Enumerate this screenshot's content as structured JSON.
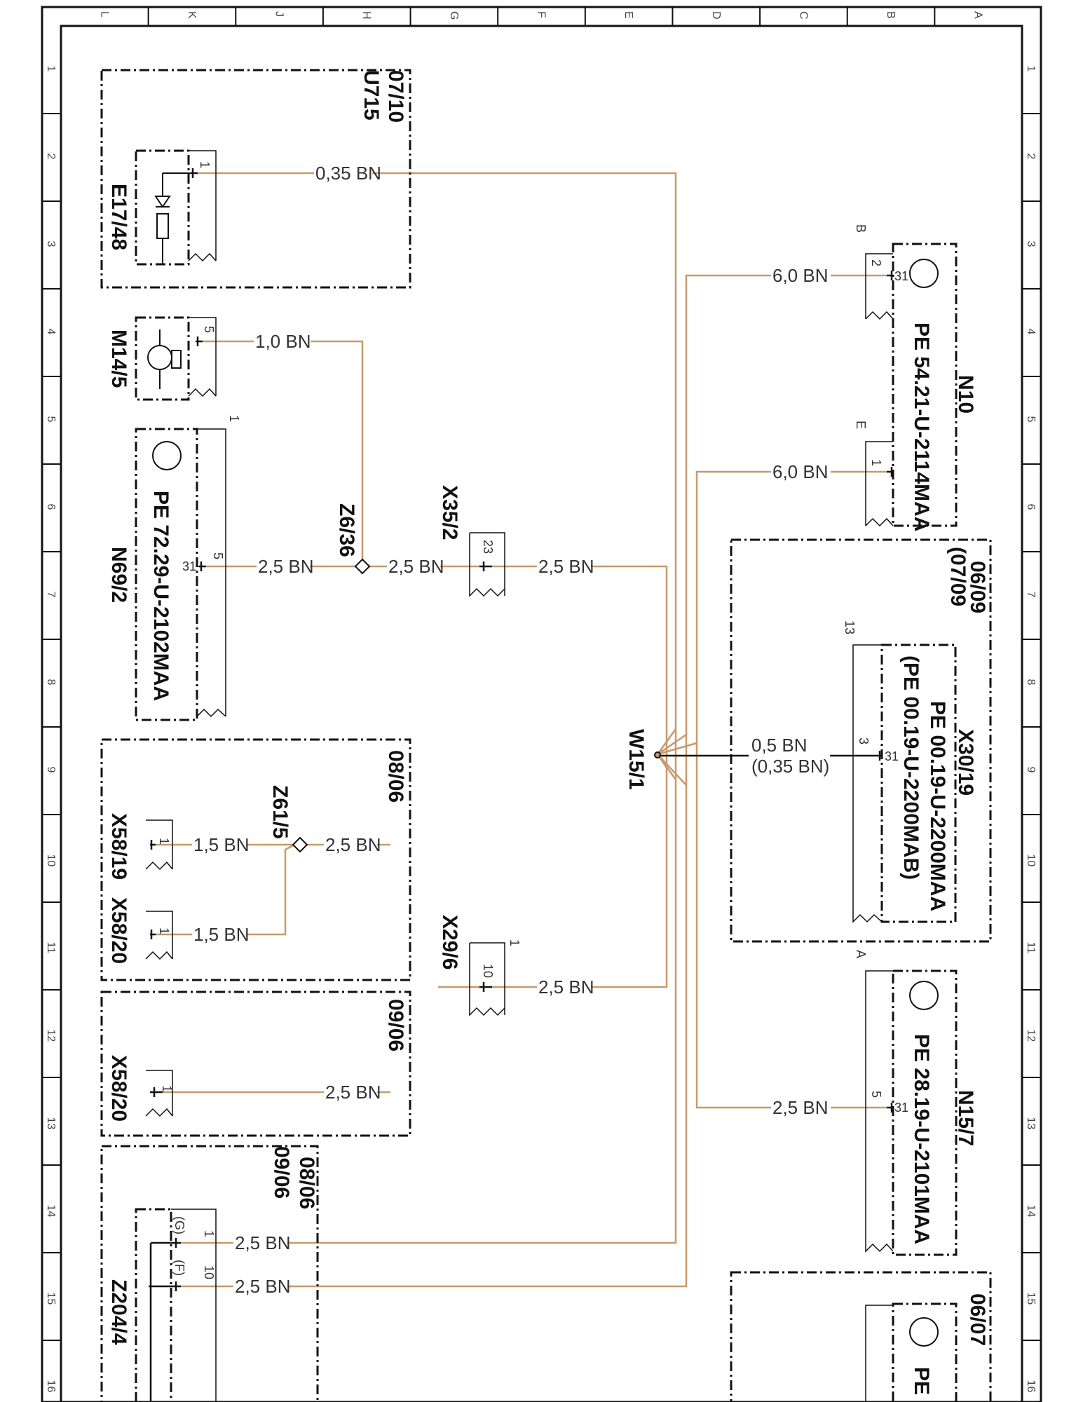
{
  "frame": {
    "cols": [
      "L",
      "K",
      "J",
      "H",
      "G",
      "F",
      "E",
      "D",
      "C",
      "B",
      "A"
    ],
    "rows": [
      "1",
      "2",
      "3",
      "4",
      "5",
      "6",
      "7",
      "8",
      "9",
      "10",
      "11",
      "12",
      "13",
      "14",
      "15",
      "16"
    ]
  },
  "colors": {
    "wire": "#c79a6a",
    "line": "#111111"
  },
  "components": {
    "e17_48": "E17/48",
    "u715": "U715",
    "u715_range": "07/10",
    "m14_5": "M14/5",
    "n69_2": "N69/2",
    "n69_2_pe": "PE 72.29-U-2102MAA",
    "z6_36": "Z6/36",
    "x35_2": "X35/2",
    "x29_6": "X29/6",
    "w15_1": "W15/1",
    "z61_5": "Z61/5",
    "x58_19": "X58/19",
    "x58_20a": "X58/20",
    "x58_20b": "X58/20",
    "box_0806": "08/06",
    "box_0906": "09/06",
    "z204_4": "Z204/4",
    "z204_0806": "08/06",
    "z204_0906": "09/06",
    "n10": "N10",
    "n10_pe": "PE 54.21-U-2114MAA",
    "x30_19": "X30/19",
    "x30_19_pe1": "PE 00.19-U-2200MAA",
    "x30_19_pe2": "(PE 00.19-U-2200MAB)",
    "x30_19_r1": "06/09",
    "x30_19_r2": "(07/09",
    "n15_7": "N15/7",
    "n15_7_pe": "PE 28.19-U-2101MAA",
    "bottom_range": "06/07",
    "bottom_pe": "PE"
  },
  "wires": {
    "w_e17": "0,35 BN",
    "w_m14": "1,0 BN",
    "w_n69": "2,5 BN",
    "w_z6": "2,5 BN",
    "w_x35": "2,5 BN",
    "w_x58_19": "1,5 BN",
    "w_z61": "2,5 BN",
    "w_x58_20a": "1,5 BN",
    "w_x29": "2,5 BN",
    "w_x58_20b": "2,5 BN",
    "w_z204_1": "2,5 BN",
    "w_z204_2": "2,5 BN",
    "w_n10_b": "6,0 BN",
    "w_n10_e": "6,0 BN",
    "w_x30_a": "0,5 BN",
    "w_x30_b": "(0,35 BN)",
    "w_n15": "2,5 BN"
  },
  "pins": {
    "e17_1": "1",
    "m14_5": "5",
    "n69_5": "5",
    "n69_31": "31",
    "n69_1": "1",
    "x35_23": "23",
    "x29_10": "10",
    "x29_1": "1",
    "x58_19_1": "1",
    "x58_20a_1": "1",
    "x58_20b_1": "1",
    "z204_1": "1",
    "z204_10": "10",
    "z204_g": "(G)",
    "z204_f": "(F)",
    "n10_2": "2",
    "n10_31": "31",
    "n10_b": "B",
    "n10_1": "1",
    "n10_e": "E",
    "x30_3": "3",
    "x30_31": "31",
    "x30_13": "13",
    "n15_5": "5",
    "n15_31": "31",
    "n15_a": "A"
  }
}
